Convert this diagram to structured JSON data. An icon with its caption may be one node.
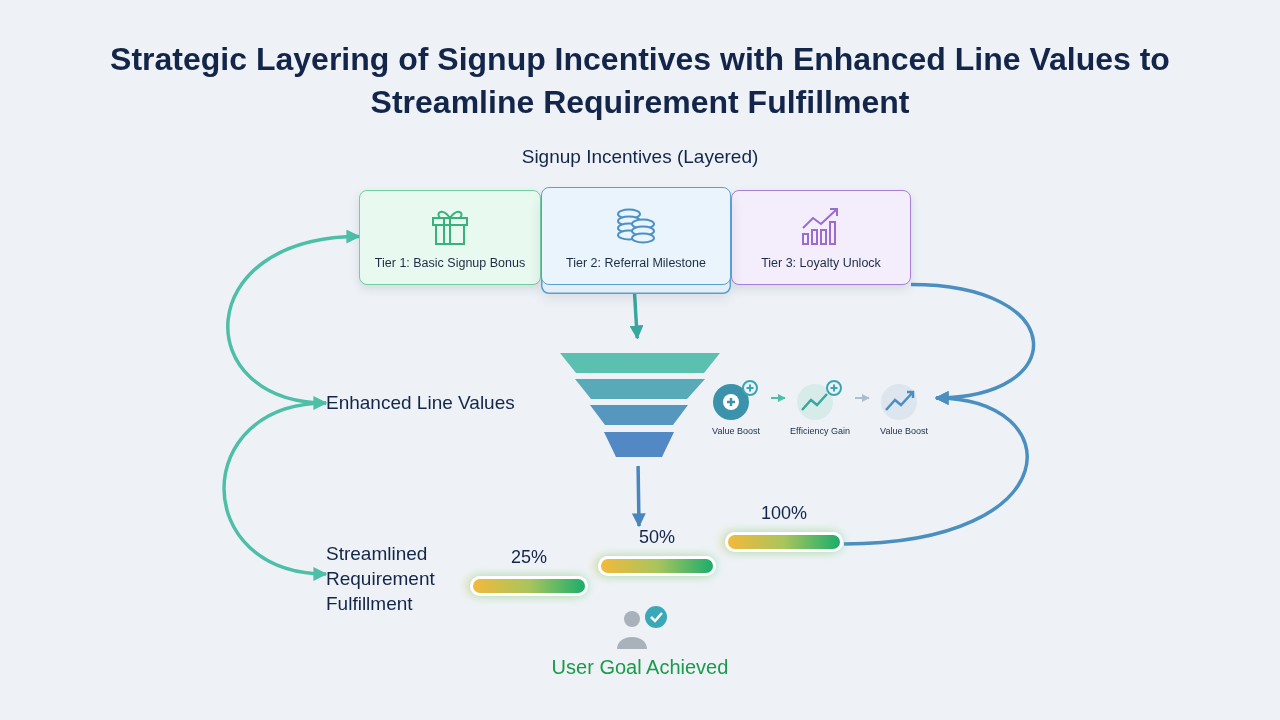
{
  "diagram": {
    "title": "Strategic Layering of Signup Incentives with Enhanced Line Values to Streamline Requirement Fulfillment",
    "nodes": [
      {
        "text": [
          "Tier 1: Basic Signup Bonus"
        ]
      },
      {
        "text": [
          "Tier 2: Referral Milestone"
        ]
      },
      {
        "text": [
          "Tier 3: Loyalty Unlock"
        ]
      },
      {
        "text": [
          "Enhanced Line Values"
        ]
      },
      {
        "text": [
          "Streamlined Requirement Fulfillment"
        ]
      },
      {
        "text": [],
        "shape": "funnel"
      },
      {
        "text": [
          "Value Boost"
        ]
      },
      {
        "text": [
          "Efficiency Gain"
        ]
      },
      {
        "text": [
          "Value Boost"
        ]
      },
      {
        "text": [
          "25%"
        ]
      },
      {
        "text": [
          "50%"
        ]
      },
      {
        "text": [
          "100%"
        ]
      }
    ],
    "edges": [
      {
        "from": 3,
        "to": 0,
        "arrow": "both"
      },
      {
        "from": 3,
        "to": 4,
        "arrow": "to"
      },
      {
        "from": 2,
        "to": 8,
        "arrow": "to",
        "color": "#4a8fc0"
      },
      {
        "from": 11,
        "to": 8,
        "arrow": "to",
        "color": "#4a8fc0"
      },
      {
        "from": 1,
        "to": 5,
        "arrow": "to",
        "color": "#3aa6a0"
      },
      {
        "from": 5,
        "to": 10,
        "arrow": "to",
        "color": "#4a86bd"
      },
      {
        "from": 6,
        "to": 7,
        "arrow": "to"
      },
      {
        "from": 7,
        "to": 8,
        "arrow": "to",
        "color": "#a9bfcf"
      }
    ],
    "labels": [
      "Signup Incentives (Layered)",
      "User Goal Achieved"
    ]
  }
}
